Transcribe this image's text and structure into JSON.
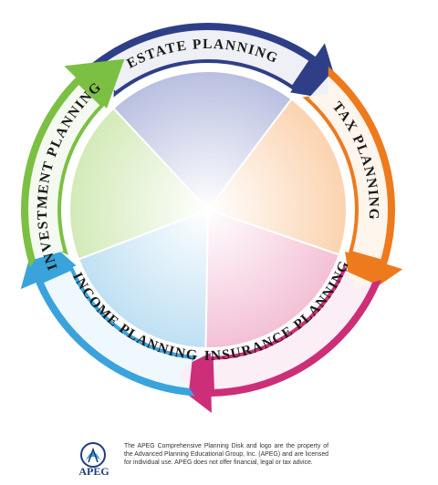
{
  "segments": [
    {
      "key": "estate",
      "label": "ESTATE PLANNING",
      "color": "#2f3f87",
      "fill": "#b9bfe0"
    },
    {
      "key": "tax",
      "label": "TAX PLANNING",
      "color": "#ee7a1e",
      "fill": "#fbd3b0"
    },
    {
      "key": "insurance",
      "label": "INSURANCE PLANNING",
      "color": "#cc2f78",
      "fill": "#f3c0d6"
    },
    {
      "key": "income",
      "label": "INCOME PLANNING",
      "color": "#3aa3dc",
      "fill": "#bfe0f3"
    },
    {
      "key": "investment",
      "label": "INVESTMENT PLANNING",
      "color": "#7bc043",
      "fill": "#d3eab8"
    }
  ],
  "footer": {
    "logo_text": "APEG",
    "disclaimer": "The APEG Comprehensive Planning Disk and logo are the property of the Advanced Planning Educational Group, Inc. (APEG) and are licensed for individual use. APEG does not offer financial, legal or tax advice.",
    "logo_color": "#1f3f7a"
  }
}
